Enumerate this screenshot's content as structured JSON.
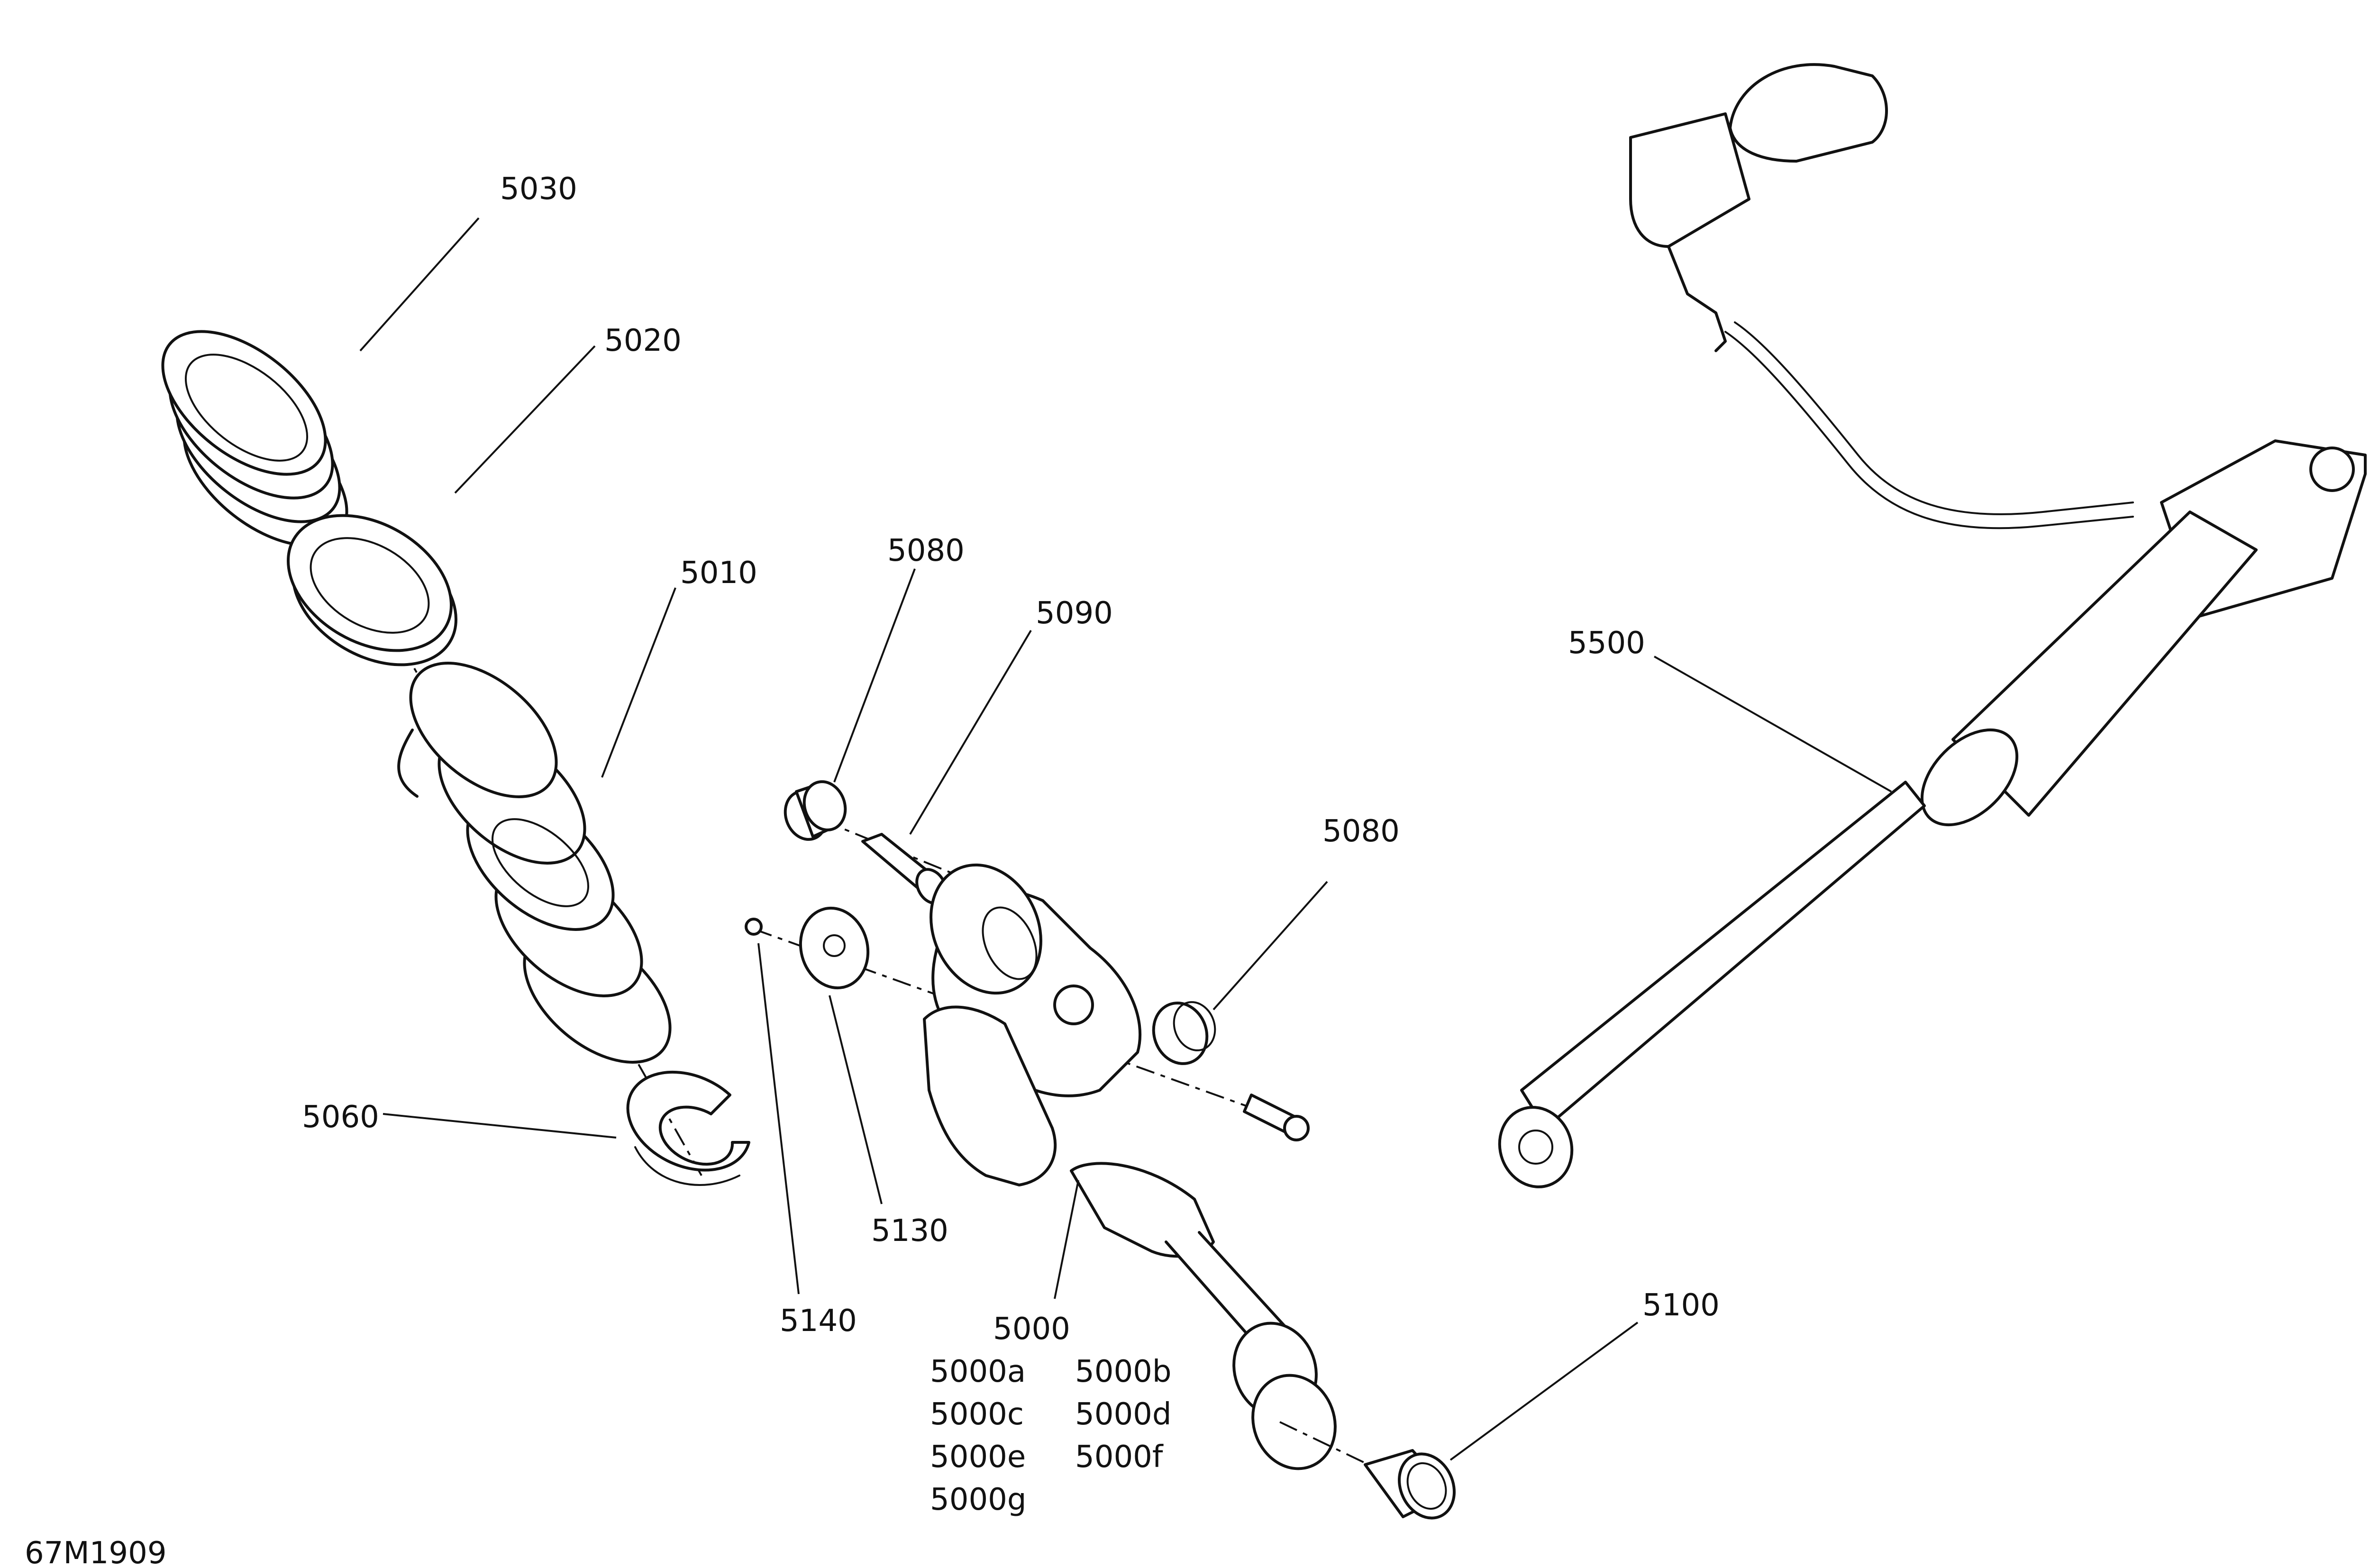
{
  "drawing_id": "67M1909",
  "callouts": {
    "c5030": "5030",
    "c5020": "5020",
    "c5010": "5010",
    "c5060": "5060",
    "c5080a": "5080",
    "c5090": "5090",
    "c5080b": "5080",
    "c5130": "5130",
    "c5140": "5140",
    "c5000": "5000",
    "c5100": "5100",
    "c5500": "5500"
  },
  "variants": [
    "5000a",
    "5000b",
    "5000c",
    "5000d",
    "5000e",
    "5000f",
    "5000g"
  ]
}
